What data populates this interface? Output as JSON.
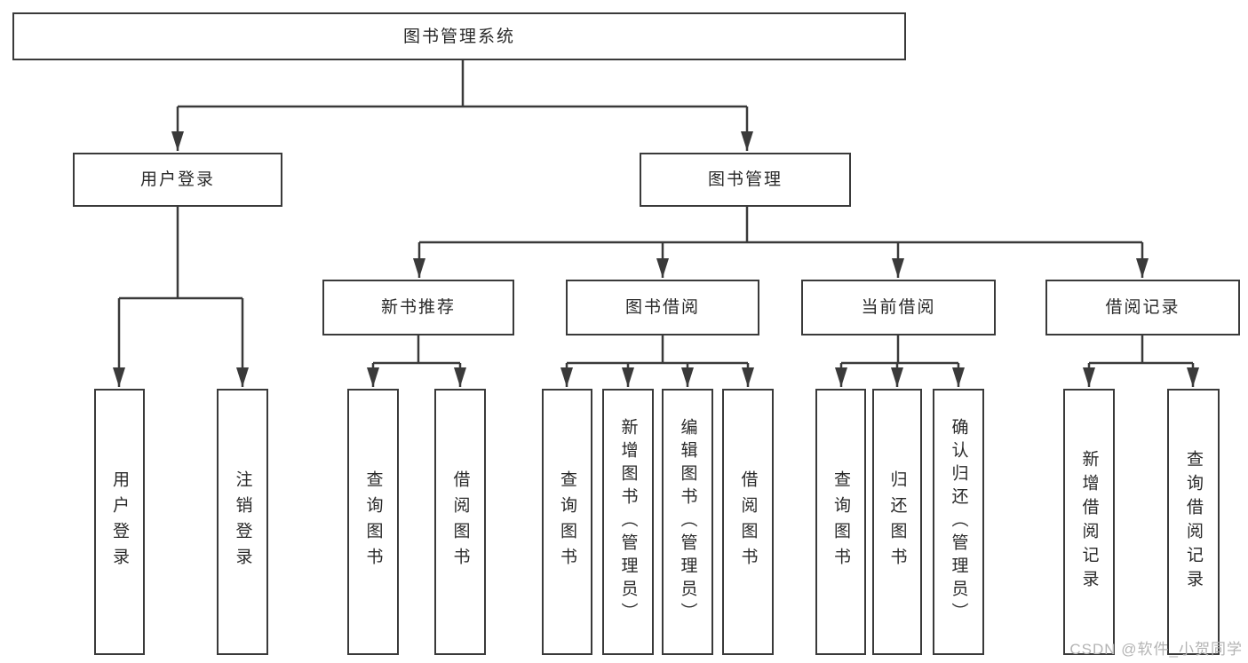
{
  "diagram": {
    "root_label": "图书管理系统",
    "user_login": {
      "label": "用户登录",
      "children": {
        "login": "用户登录",
        "logout": "注销登录"
      }
    },
    "book_management": {
      "label": "图书管理",
      "groups": {
        "new_books": {
          "label": "新书推荐",
          "children": {
            "query_books": "查询图书",
            "borrow_books": "借阅图书"
          }
        },
        "book_borrowing": {
          "label": "图书借阅",
          "children": {
            "query_books": "查询图书",
            "add_books": "新增图书（管理员）",
            "edit_books": "编辑图书（管理员）",
            "borrow_books": "借阅图书"
          }
        },
        "current_borrowing": {
          "label": "当前借阅",
          "children": {
            "query_books": "查询图书",
            "return_books": "归还图书",
            "confirm_return": "确认归还（管理员）"
          }
        },
        "borrowing_records": {
          "label": "借阅记录",
          "children": {
            "add_record": "新增借阅记录",
            "query_record": "查询借阅记录"
          }
        }
      }
    }
  },
  "watermark": "CSDN @软件_小贺同学"
}
